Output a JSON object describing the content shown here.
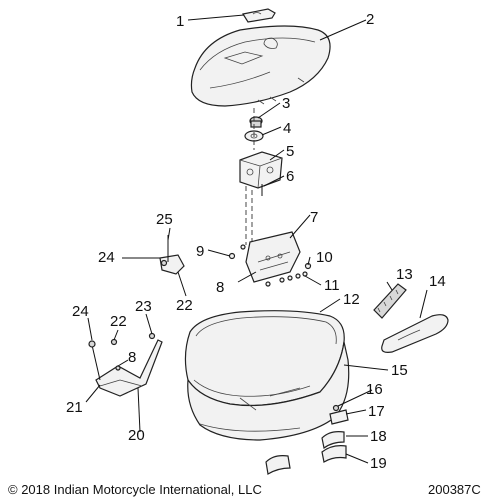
{
  "diagram": {
    "callouts": [
      "1",
      "2",
      "3",
      "4",
      "5",
      "6",
      "7",
      "8",
      "9",
      "10",
      "11",
      "12",
      "13",
      "14",
      "15",
      "16",
      "17",
      "18",
      "19",
      "20",
      "21",
      "22",
      "23",
      "24",
      "25"
    ],
    "callouts_repeat": [
      "8",
      "22",
      "24"
    ],
    "footer": {
      "copyright": "© 2018 Indian Motorcycle International, LLC",
      "code": "200387C"
    }
  }
}
